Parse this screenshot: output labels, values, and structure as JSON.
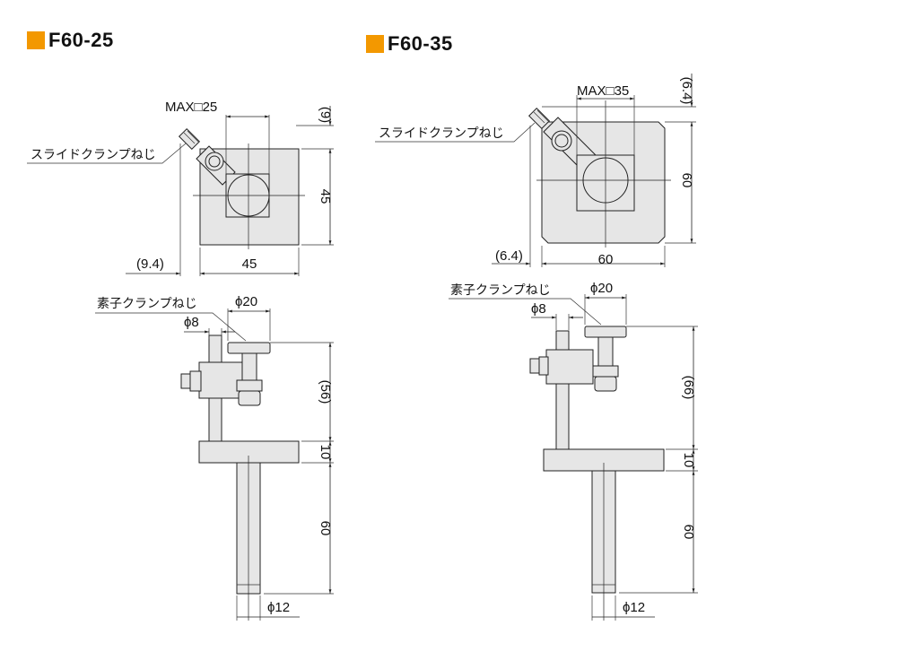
{
  "accent_color": "#f39800",
  "models": {
    "left": {
      "title": "F60-25",
      "max_aperture": "MAX□25",
      "slide_screw": "スライドクランプねじ",
      "element_screw": "素子クランプねじ",
      "dim_top_ref": "(9)",
      "dim_height": "45",
      "dim_left_ref": "(9.4)",
      "dim_width": "45",
      "dim_knob": "ϕ20",
      "dim_rod": "ϕ8",
      "dim_upper": "(56)",
      "dim_plate": "10",
      "dim_post": "60",
      "dim_post_dia": "ϕ12"
    },
    "right": {
      "title": "F60-35",
      "max_aperture": "MAX□35",
      "slide_screw": "スライドクランプねじ",
      "element_screw": "素子クランプねじ",
      "dim_top_ref": "(6.4)",
      "dim_height": "60",
      "dim_left_ref": "(6.4)",
      "dim_width": "60",
      "dim_knob": "ϕ20",
      "dim_rod": "ϕ8",
      "dim_upper": "(66)",
      "dim_plate": "10",
      "dim_post": "60",
      "dim_post_dia": "ϕ12"
    }
  }
}
